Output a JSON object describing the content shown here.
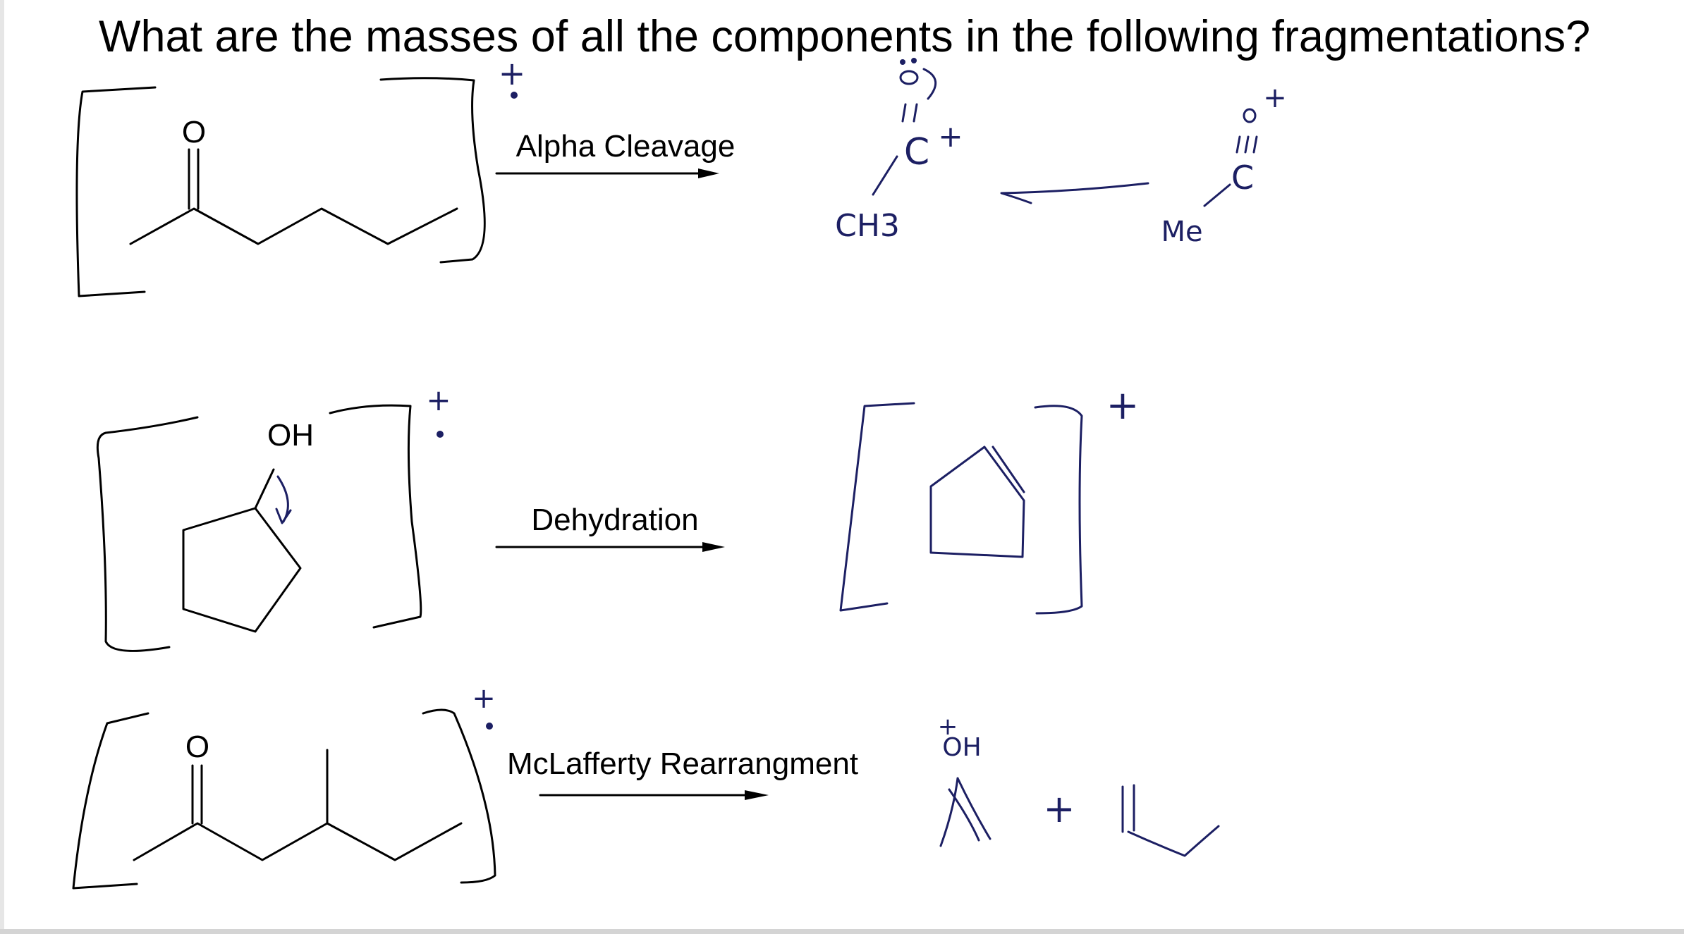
{
  "question": "What are the masses of all the components in the following fragmentations?",
  "reactions": [
    {
      "name": "Alpha Cleavage",
      "reactant_atom": "O",
      "reactant_charge": "+",
      "products": [
        {
          "group": "CH3",
          "atom": "C",
          "charge": "+"
        },
        {
          "group": "Me",
          "atom": "C",
          "charge": "+"
        }
      ]
    },
    {
      "name": "Dehydration",
      "reactant_group": "OH",
      "reactant_charge": "+",
      "product_charge": "+"
    },
    {
      "name": "McLafferty Rearrangment",
      "reactant_atom": "O",
      "reactant_charge": "+",
      "product_group": "OH",
      "product_charge": "+",
      "plus_sign": "+"
    }
  ],
  "colors": {
    "ink": "#1c1f63",
    "text": "#000000",
    "background": "#ffffff"
  }
}
